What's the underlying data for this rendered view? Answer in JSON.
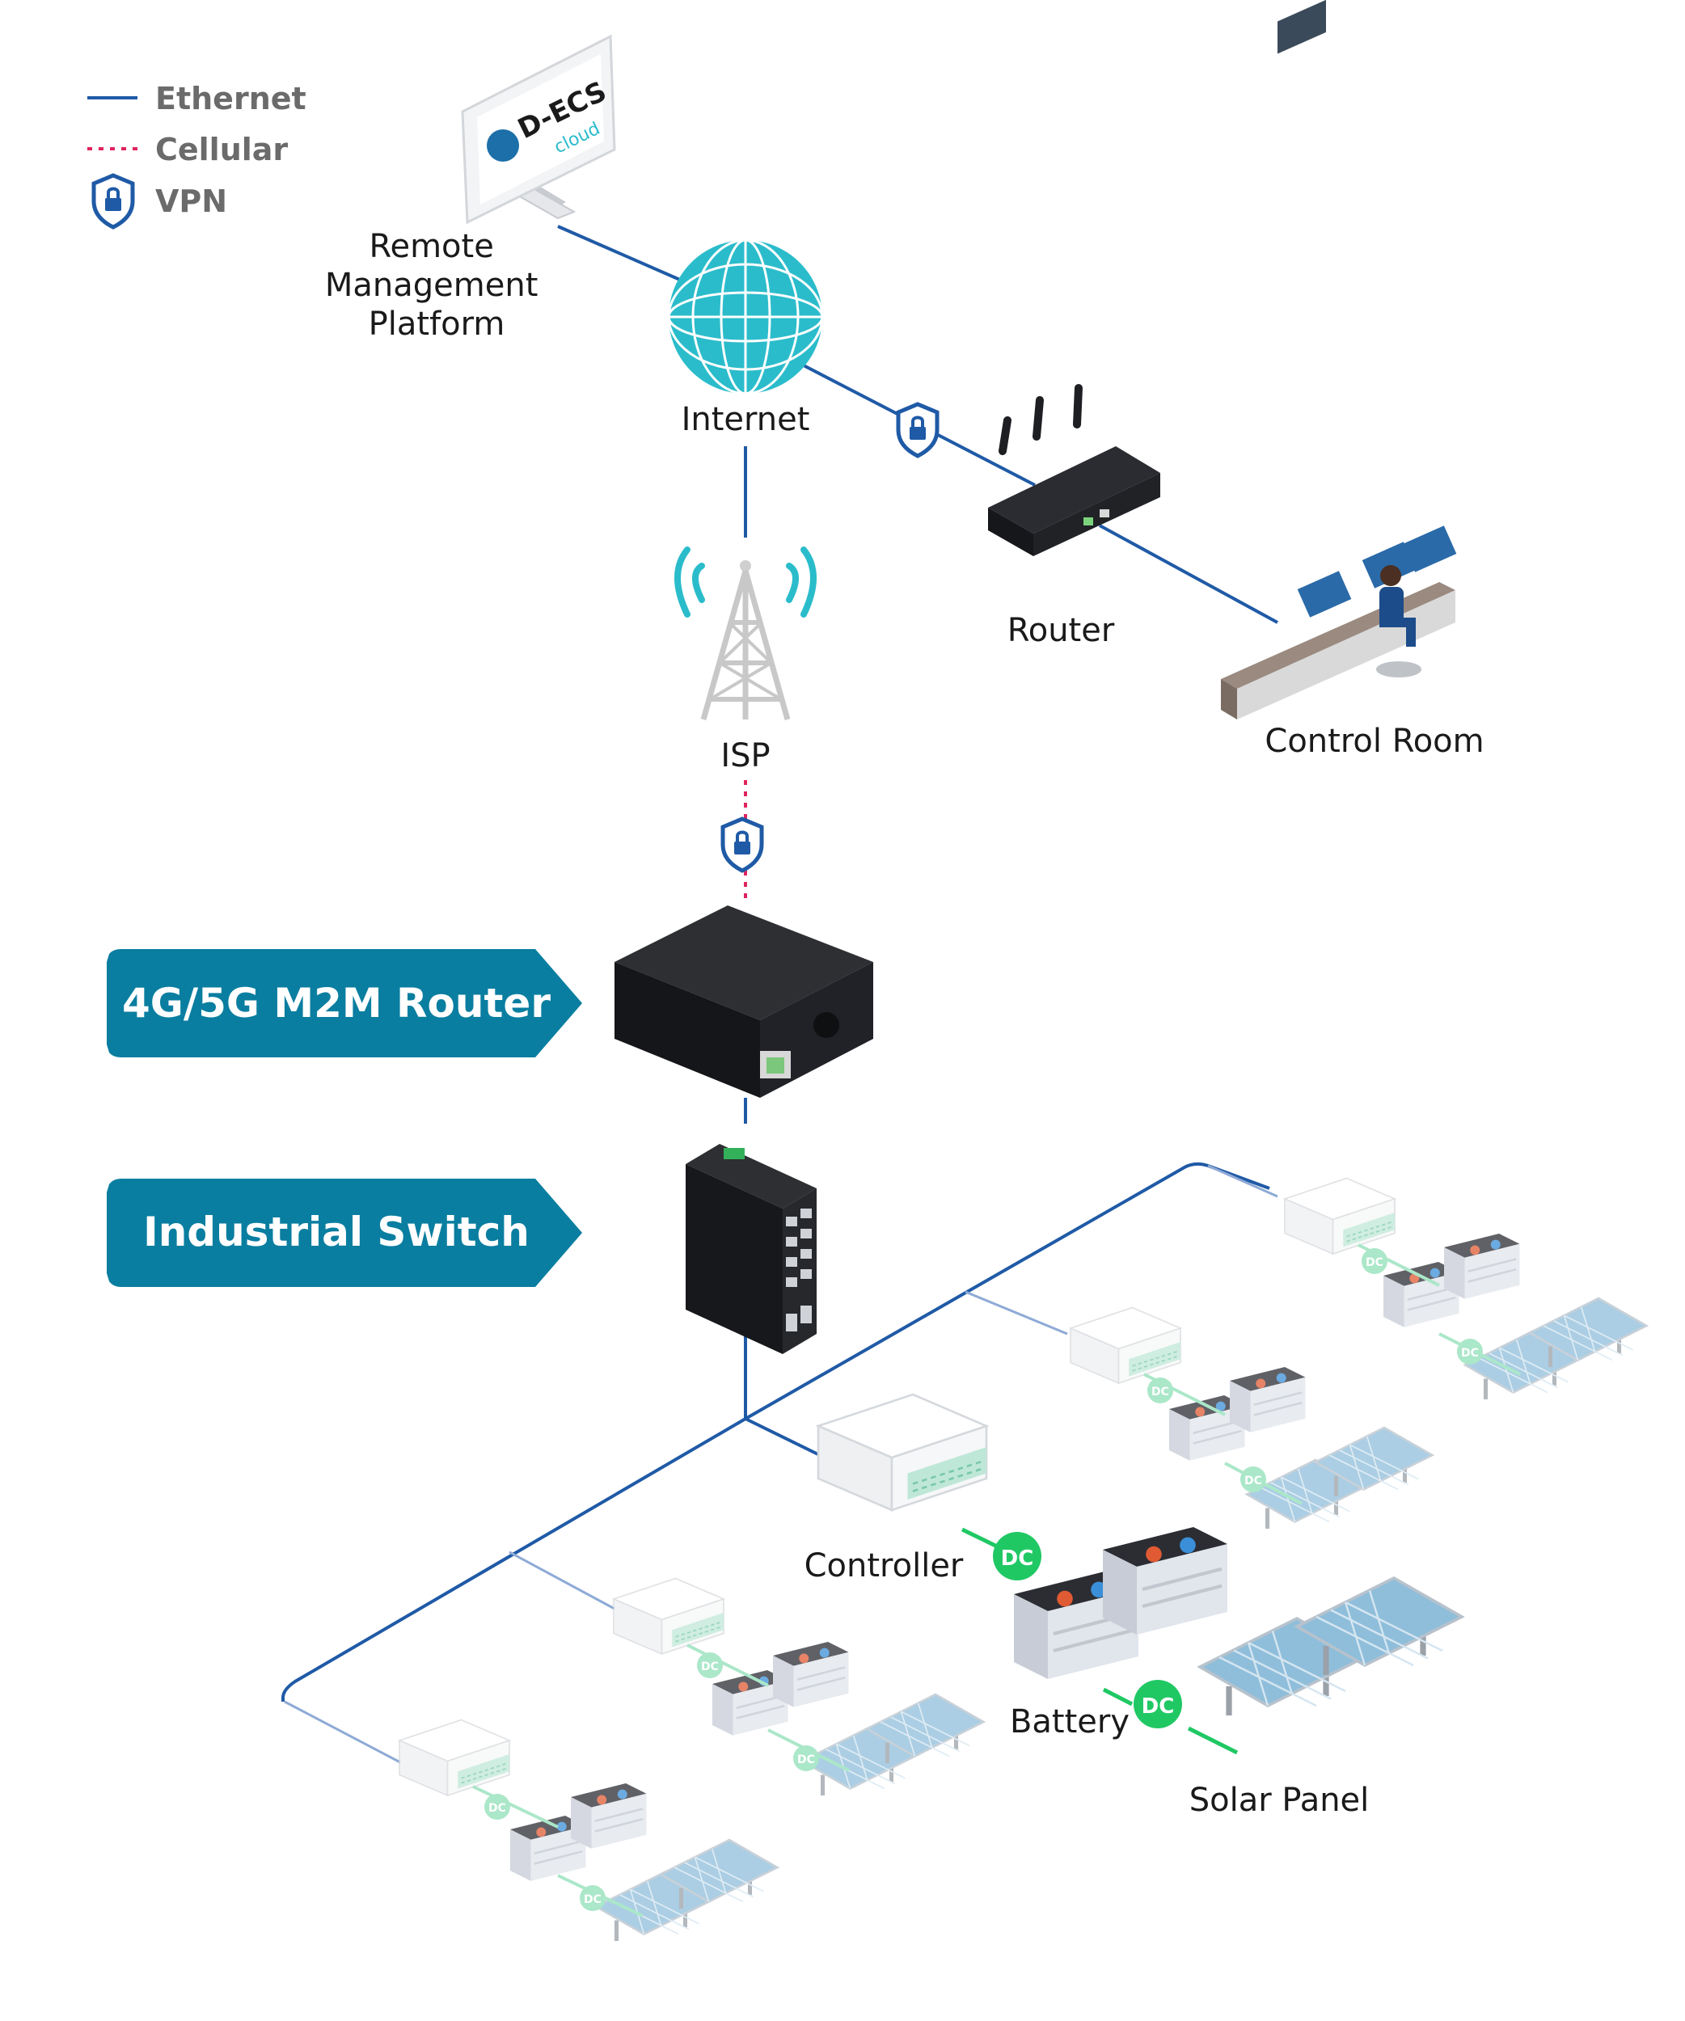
{
  "legend": {
    "ethernet": "Ethernet",
    "cellular": "Cellular",
    "vpn": "VPN"
  },
  "nodes": {
    "remote_platform": "Remote\nManagement\nPlatform",
    "monitor_logo_main": "D-ECS",
    "monitor_logo_sub": "cloud",
    "internet": "Internet",
    "router": "Router",
    "control_room": "Control Room",
    "isp": "ISP",
    "controller": "Controller",
    "battery": "Battery",
    "solar_panel": "Solar Panel",
    "dc": "DC"
  },
  "banners": {
    "m2m_router": "4G/5G M2M Router",
    "industrial_switch": "Industrial Switch"
  },
  "colors": {
    "ethernet": "#1f5aa6",
    "ethernet_light": "#8eaad6",
    "cellular": "#e0245e",
    "vpn": "#1f5aa6",
    "banner": "#0a7ea0",
    "globe": "#2bbccb",
    "dc_main": "#20c864",
    "dc_light": "#8fe0b8",
    "panel": "#8fbedb"
  }
}
